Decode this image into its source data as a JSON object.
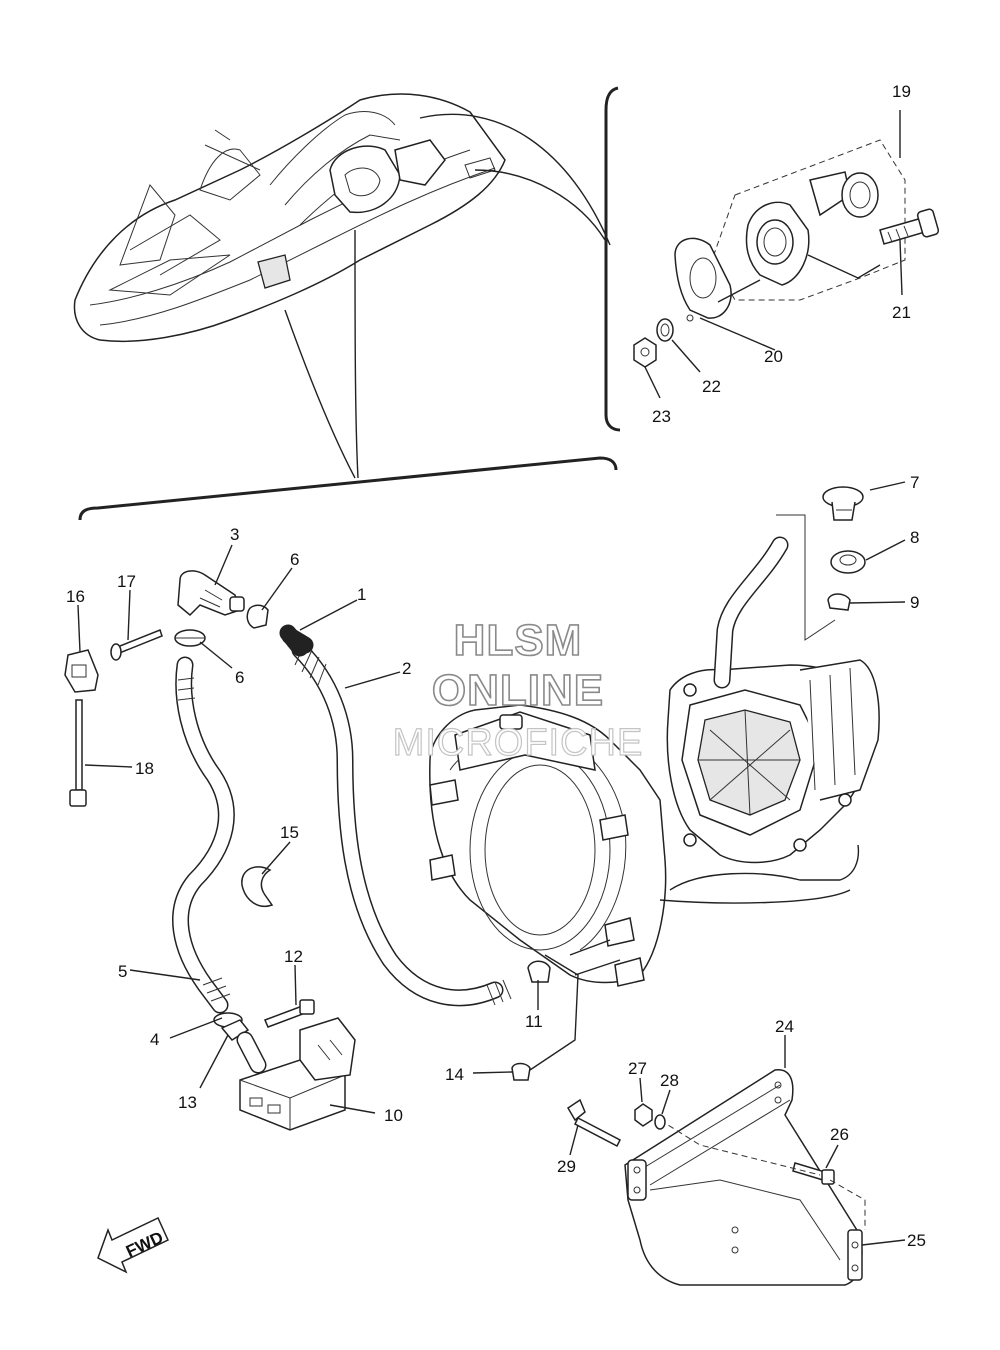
{
  "watermark": {
    "line1": "HLSM",
    "line2": "ONLINE",
    "line3": "MICROFICHE"
  },
  "fwd_label": "FWD",
  "callouts": [
    {
      "id": "1",
      "text": "1"
    },
    {
      "id": "2",
      "text": "2"
    },
    {
      "id": "3",
      "text": "3"
    },
    {
      "id": "4",
      "text": "4"
    },
    {
      "id": "5",
      "text": "5"
    },
    {
      "id": "6a",
      "text": "6"
    },
    {
      "id": "6b",
      "text": "6"
    },
    {
      "id": "7",
      "text": "7"
    },
    {
      "id": "8",
      "text": "8"
    },
    {
      "id": "9",
      "text": "9"
    },
    {
      "id": "10",
      "text": "10"
    },
    {
      "id": "11",
      "text": "11"
    },
    {
      "id": "12",
      "text": "12"
    },
    {
      "id": "13",
      "text": "13"
    },
    {
      "id": "14",
      "text": "14"
    },
    {
      "id": "15",
      "text": "15"
    },
    {
      "id": "16",
      "text": "16"
    },
    {
      "id": "17",
      "text": "17"
    },
    {
      "id": "18",
      "text": "18"
    },
    {
      "id": "19",
      "text": "19"
    },
    {
      "id": "20",
      "text": "20"
    },
    {
      "id": "21",
      "text": "21"
    },
    {
      "id": "22",
      "text": "22"
    },
    {
      "id": "23",
      "text": "23"
    },
    {
      "id": "24",
      "text": "24"
    },
    {
      "id": "25",
      "text": "25"
    },
    {
      "id": "26",
      "text": "26"
    },
    {
      "id": "27",
      "text": "27"
    },
    {
      "id": "28",
      "text": "28"
    },
    {
      "id": "29",
      "text": "29"
    }
  ]
}
